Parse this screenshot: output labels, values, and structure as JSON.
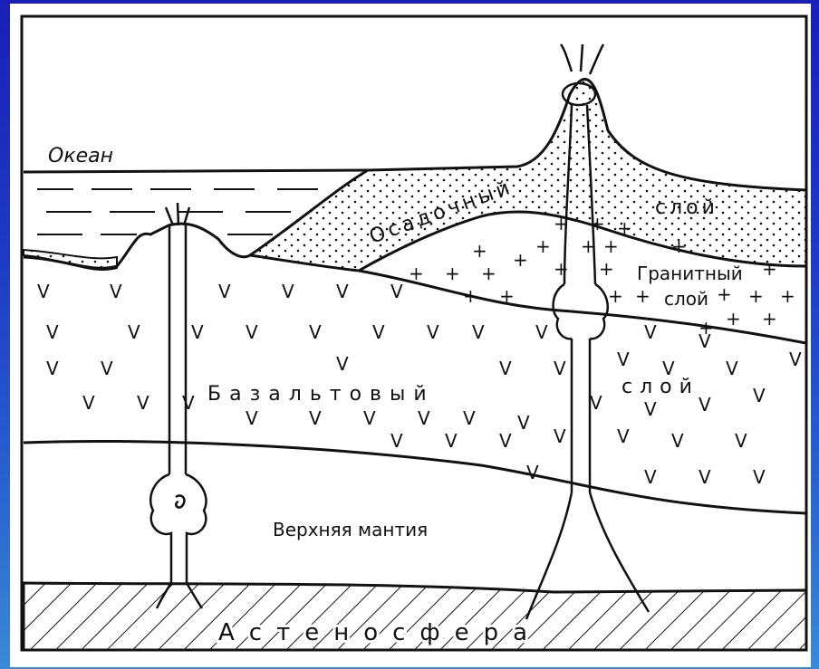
{
  "diagram": {
    "labels": {
      "ocean": "Океан",
      "sedimentary_1": "Осадочный",
      "sedimentary_2": "слой",
      "granite_1": "Гранитный",
      "granite_2": "слой",
      "basalt_1": "Базальтовый",
      "basalt_2": "слой",
      "upper_mantle": "Верхняя мантия",
      "asthenosphere": "Астеносфера"
    },
    "symbols": {
      "basalt": "V",
      "granite": "+"
    }
  }
}
